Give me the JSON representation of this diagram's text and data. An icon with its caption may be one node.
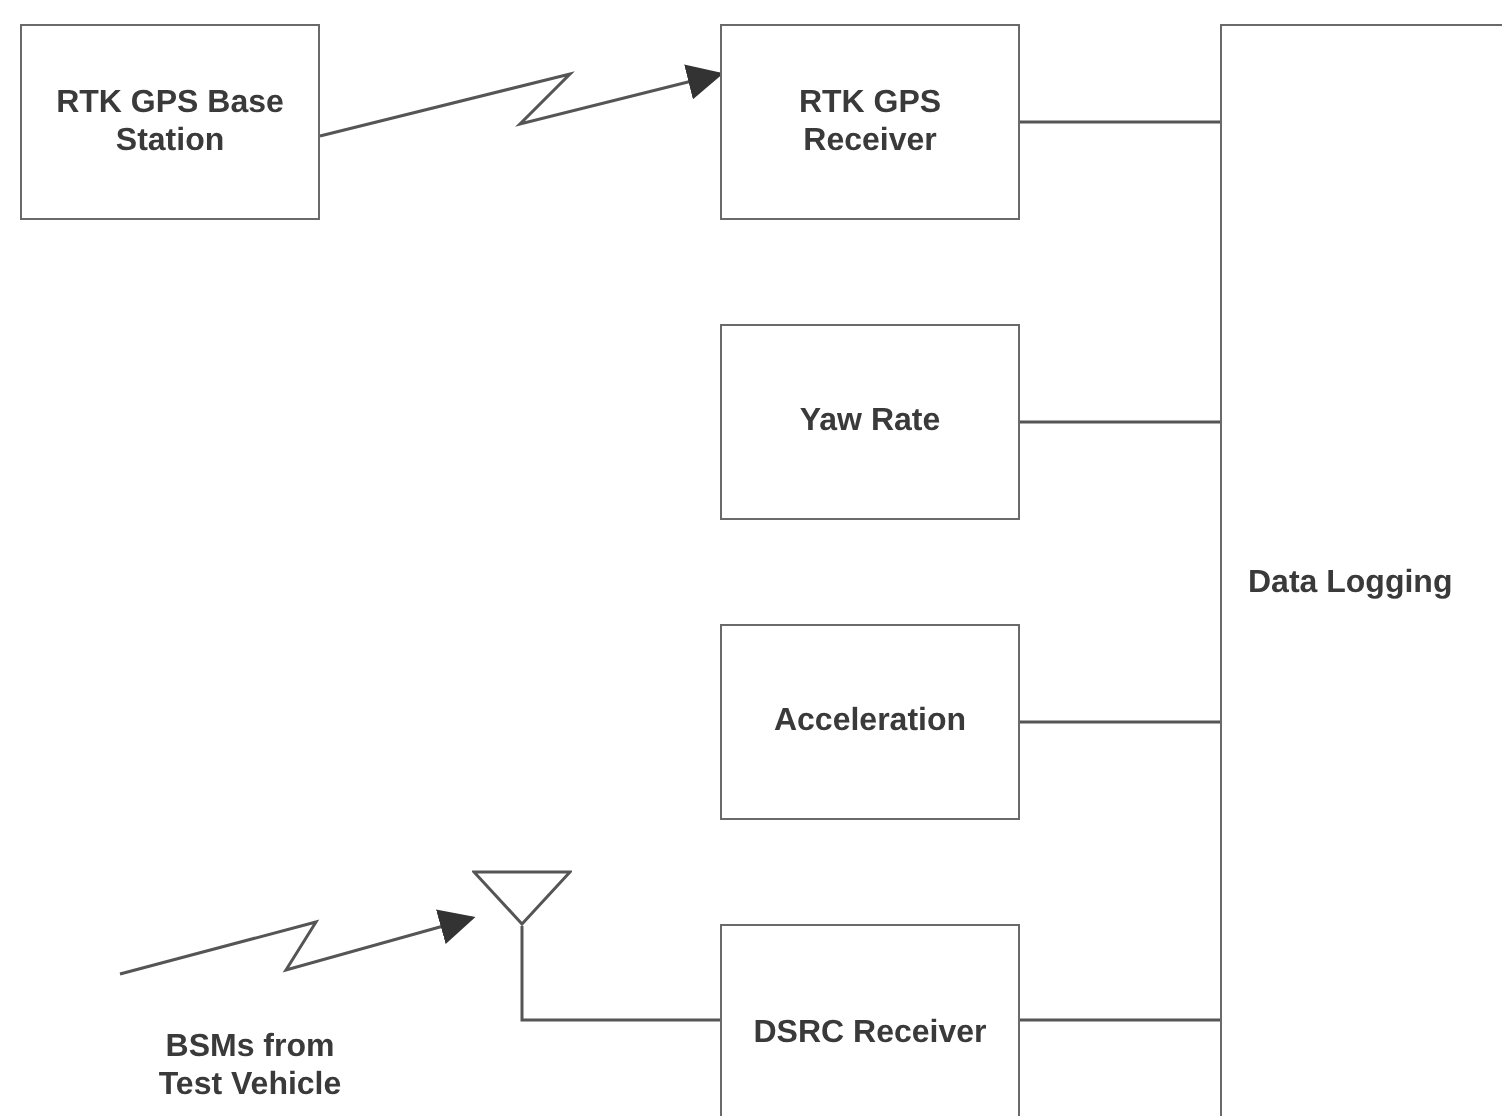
{
  "diagram": {
    "nodes": [
      {
        "text": [
          "RTK GPS Base Station"
        ]
      },
      {
        "text": [
          "RTK GPS Receiver"
        ]
      },
      {
        "text": [
          "Yaw Rate"
        ]
      },
      {
        "text": [
          "Acceleration"
        ]
      },
      {
        "text": [
          "DSRC Receiver"
        ]
      },
      {
        "text": [
          "Data Logging"
        ]
      },
      {
        "text": [],
        "shape": "antenna"
      }
    ],
    "edges": [
      {
        "from": 0,
        "to": 1,
        "arrow": "to"
      },
      {
        "from": 1,
        "to": 5,
        "arrow": "none"
      },
      {
        "from": 2,
        "to": 5,
        "arrow": "none"
      },
      {
        "from": 3,
        "to": 5,
        "arrow": "none"
      },
      {
        "from": 4,
        "to": 5,
        "arrow": "none"
      },
      {
        "from": 6,
        "to": 4,
        "arrow": "none"
      },
      {
        "from": null,
        "to": 6,
        "arrow": "to"
      }
    ],
    "labels": [
      "BSMs from Test Vehicle"
    ]
  }
}
